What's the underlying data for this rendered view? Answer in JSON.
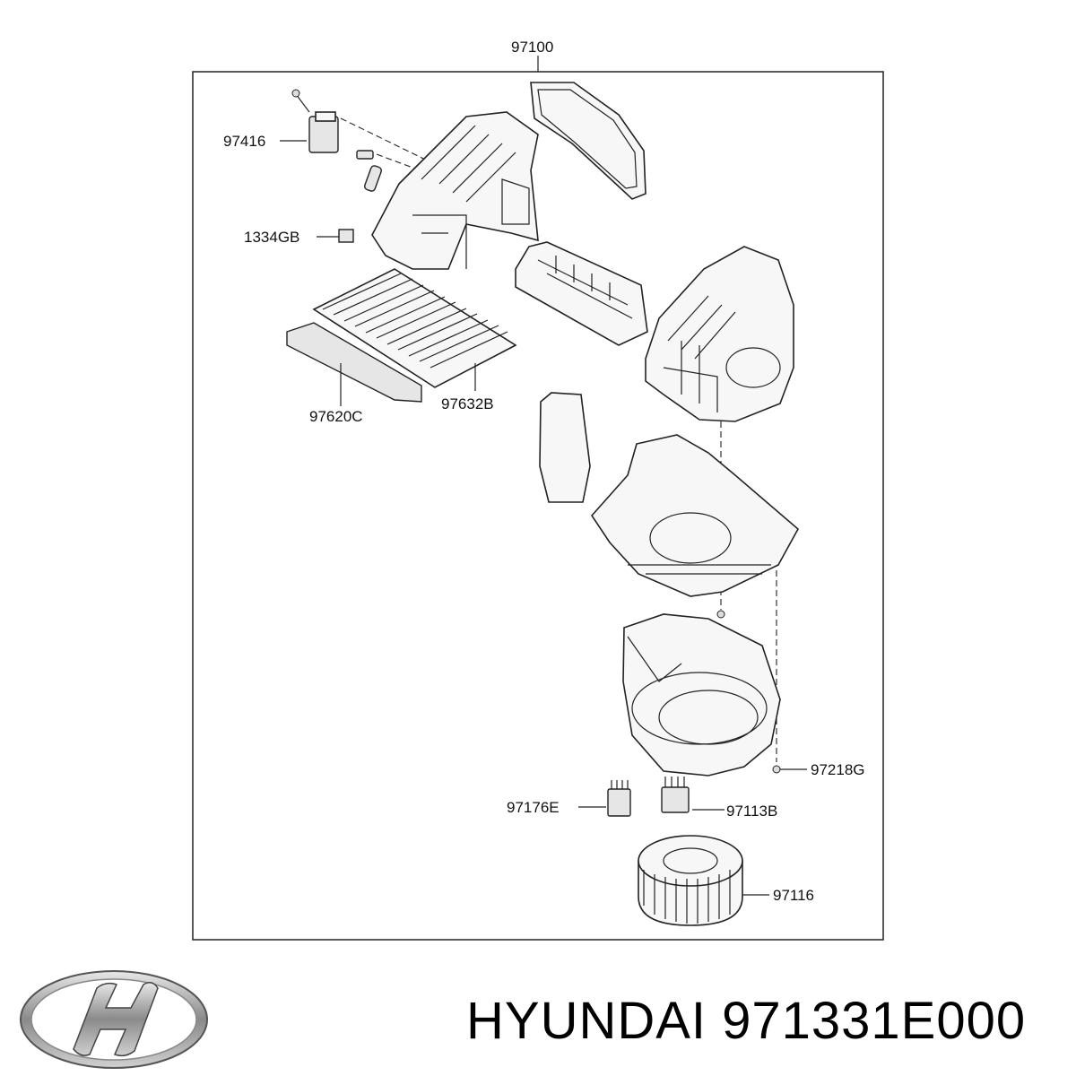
{
  "diagram": {
    "labels": {
      "top": "97100",
      "actuator": "97416",
      "clip": "1334GB",
      "filter_frame": "97620C",
      "filter": "97632B",
      "screw": "97218G",
      "resistor_a": "97176E",
      "resistor_b": "97113B",
      "motor": "97116"
    }
  },
  "footer": {
    "brand_line": "HYUNDAI 971331E000",
    "logo_icon": "hyundai-logo"
  }
}
